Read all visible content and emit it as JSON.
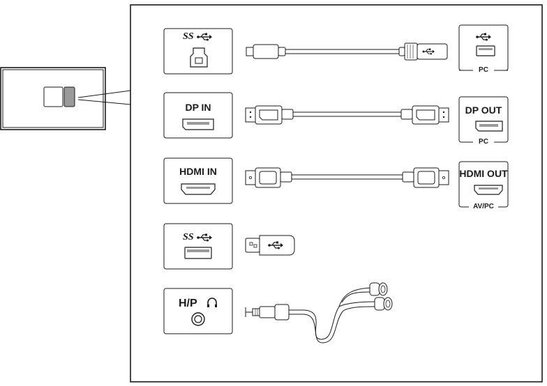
{
  "ports": {
    "usb_upstream": {
      "ss_label": "SS"
    },
    "dp": {
      "in_label": "DP IN",
      "out_label": "DP OUT",
      "target": "PC"
    },
    "hdmi": {
      "in_label": "HDMI IN",
      "out_label": "HDMI OUT",
      "target": "AV/PC"
    },
    "usb_downstream": {
      "ss_label": "SS"
    },
    "headphone": {
      "label": "H/P"
    }
  },
  "usb_upstream_target": "PC",
  "icons": [
    "usb-icon",
    "usb-b-port-icon",
    "usb-a-port-icon",
    "displayport-icon",
    "hdmi-icon",
    "headphone-icon",
    "audio-jack-icon"
  ],
  "colors": {
    "line": "#1a1a1a",
    "background": "#ffffff",
    "port_gray": "#9a9a9a"
  }
}
